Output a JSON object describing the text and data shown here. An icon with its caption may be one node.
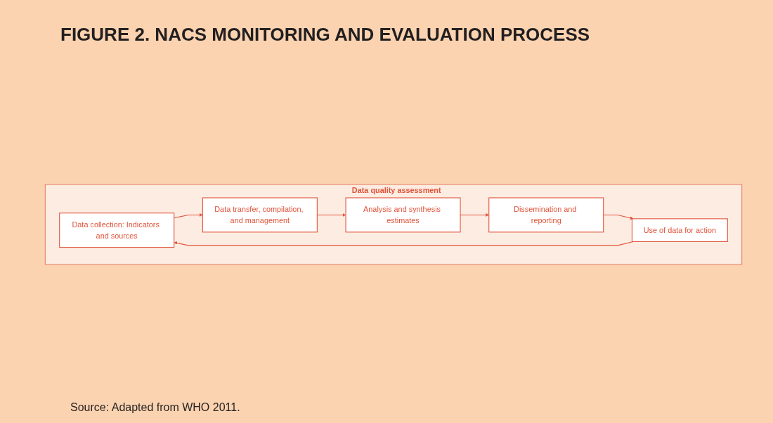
{
  "diagram": {
    "title": "FIGURE 2. NACS MONITORING AND EVALUATION PROCESS",
    "caption": "Source: Adapted from WHO 2011.",
    "nodes": [
      {
        "text": [
          "Data quality assessment"
        ]
      },
      {
        "text": [
          "Data collection: Indicators and sources"
        ],
        "in": 0
      },
      {
        "text": [
          "Use of data for action"
        ],
        "in": 0
      },
      {
        "text": [
          "Data transfer, compilation, and management"
        ],
        "in": 0
      },
      {
        "text": [
          "Dissemination and reporting"
        ],
        "in": 0
      },
      {
        "text": [
          "Analysis and synthesis estimates"
        ],
        "in": 0
      }
    ],
    "edges": [
      {
        "from": 2,
        "to": 1,
        "arrow": "to"
      },
      {
        "from": 1,
        "to": 3,
        "arrow": "to"
      },
      {
        "from": 3,
        "to": 5,
        "arrow": "to"
      },
      {
        "from": 5,
        "to": 4,
        "arrow": "to"
      },
      {
        "from": 4,
        "to": 2,
        "arrow": "to"
      }
    ]
  }
}
